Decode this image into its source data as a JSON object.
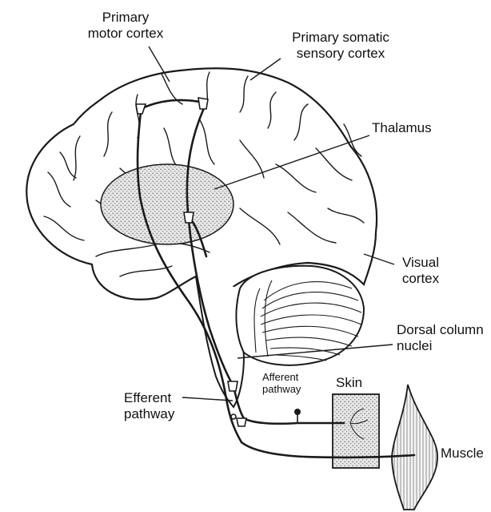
{
  "labels": {
    "primary_motor_cortex": [
      "Primary",
      "motor cortex"
    ],
    "primary_somatic_sensory_cortex": [
      "Primary somatic",
      "sensory cortex"
    ],
    "thalamus": "Thalamus",
    "visual_cortex": [
      "Visual",
      "cortex"
    ],
    "dorsal_column_nuclei": [
      "Dorsal column",
      "nuclei"
    ],
    "afferent_pathway": [
      "Afferent",
      "pathway"
    ],
    "skin": "Skin",
    "efferent_pathway": [
      "Efferent",
      "pathway"
    ],
    "muscle": "Muscle"
  },
  "colors": {
    "line": "#1a1a1a",
    "thalamus_fill": "#c8c8c8",
    "background": "#ffffff"
  }
}
